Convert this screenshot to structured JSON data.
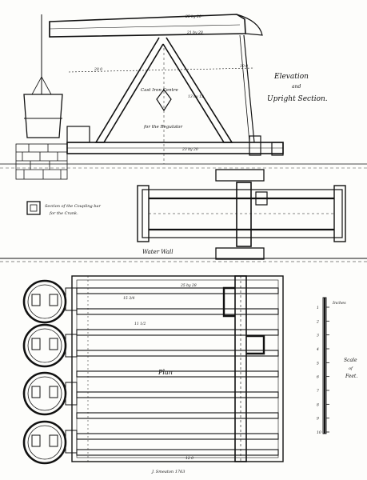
{
  "labels": {
    "elevation": "Elevation",
    "and": "and",
    "upright_section": "Upright Section.",
    "cast_iron_centre": "Cast Iron Centre",
    "for_the_regulator": "for the Regulator",
    "coupling_line1": "Section of the Coupling bar",
    "coupling_line2": "for the Crank.",
    "water_wall": "Water Wall",
    "plan": "Plan",
    "inches": "Inches",
    "scale": "Scale",
    "of": "of",
    "feet": "Feet.",
    "signature": "J. Smeaton 1763",
    "dim_beam_top": "25 by 20",
    "dim_beam_end": "21 by 20",
    "dim_mid_left": "20 0",
    "dim_mid_right": "30 0",
    "dim_strut": "13 by 13",
    "dim_base": "23 by 20",
    "dim_plan_top": "25 by 28",
    "dim_plan_a": "15 3/4",
    "dim_plan_b": "11 1/2",
    "dim_plan_c": "12 0"
  },
  "scale_ticks": [
    "1",
    "2",
    "3",
    "4",
    "5",
    "6",
    "7",
    "8",
    "9",
    "10"
  ]
}
